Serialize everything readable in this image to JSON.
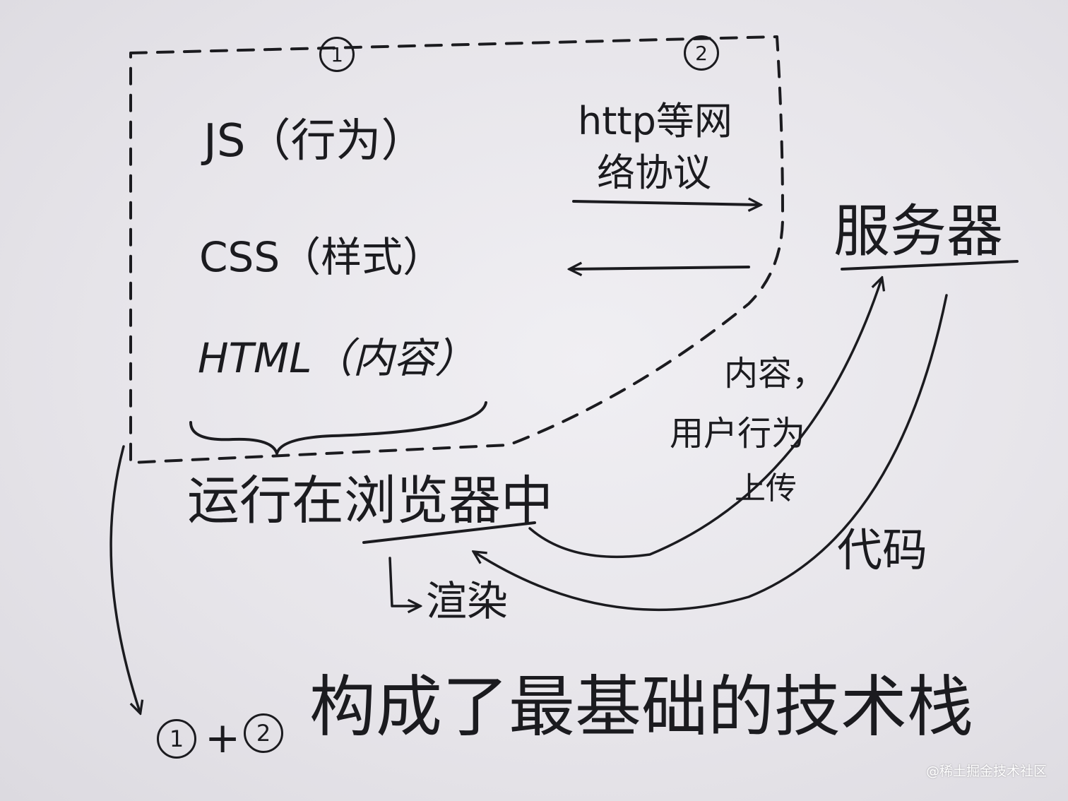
{
  "markers": {
    "one": "1",
    "two": "2"
  },
  "browser_box": {
    "js": "JS（行为）",
    "css": "CSS（样式）",
    "html": "HTML（内容）"
  },
  "protocol": {
    "line1": "http等网",
    "line2": "络协议"
  },
  "server": "服务器",
  "runs_in_browser": "运行在浏览器中",
  "upload": {
    "line1": "内容，",
    "line2": "用户行为",
    "line3": "上传"
  },
  "code": "代码",
  "render": "渲染",
  "summary": {
    "c1": "1",
    "plus": "+",
    "c2": "2",
    "text": "构成了最基础的技术栈"
  },
  "watermark": "@稀土掘金技术社区",
  "colors": {
    "ink": "#1b1b1f",
    "paper": "#e9e7ec"
  }
}
